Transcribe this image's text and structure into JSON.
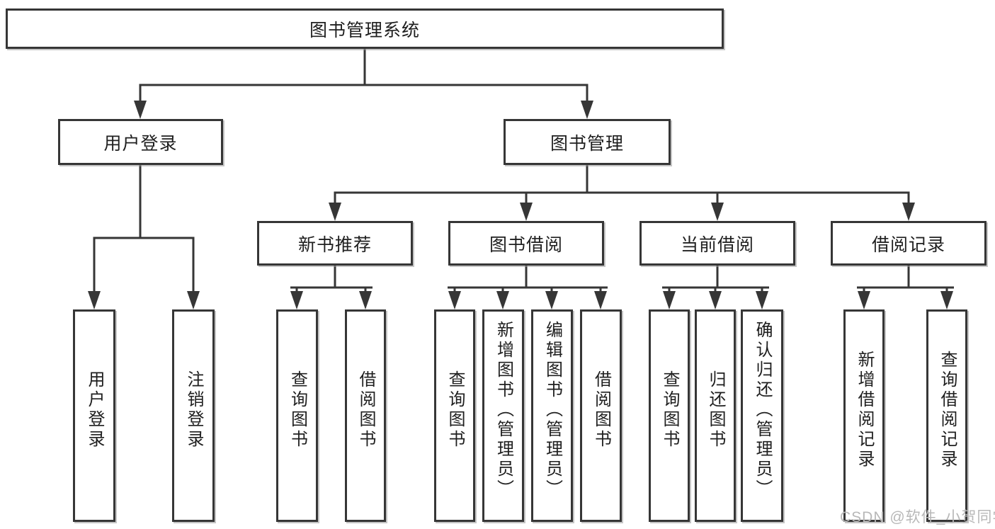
{
  "diagram": {
    "root": {
      "label": "图书管理系统"
    },
    "branches": [
      {
        "label": "用户登录",
        "children": [
          {
            "label": "用户登录"
          },
          {
            "label": "注销登录"
          }
        ]
      },
      {
        "label": "图书管理",
        "children": [
          {
            "label": "新书推荐",
            "children": [
              {
                "label": "查询图书"
              },
              {
                "label": "借阅图书"
              }
            ]
          },
          {
            "label": "图书借阅",
            "children": [
              {
                "label": "查询图书"
              },
              {
                "label": "新增图书（管理员）"
              },
              {
                "label": "编辑图书（管理员）"
              },
              {
                "label": "借阅图书"
              }
            ]
          },
          {
            "label": "当前借阅",
            "children": [
              {
                "label": "查询图书"
              },
              {
                "label": "归还图书"
              },
              {
                "label": "确认归还（管理员）"
              }
            ]
          },
          {
            "label": "借阅记录",
            "children": [
              {
                "label": "新增借阅记录"
              },
              {
                "label": "查询借阅记录"
              }
            ]
          }
        ]
      }
    ]
  },
  "watermark": {
    "text": "CSDN @软件_小贺同学"
  },
  "colors": {
    "line": "#363636",
    "text": "#1f1f1f",
    "watermark": "#b8b8b8",
    "background": "#ffffff"
  }
}
